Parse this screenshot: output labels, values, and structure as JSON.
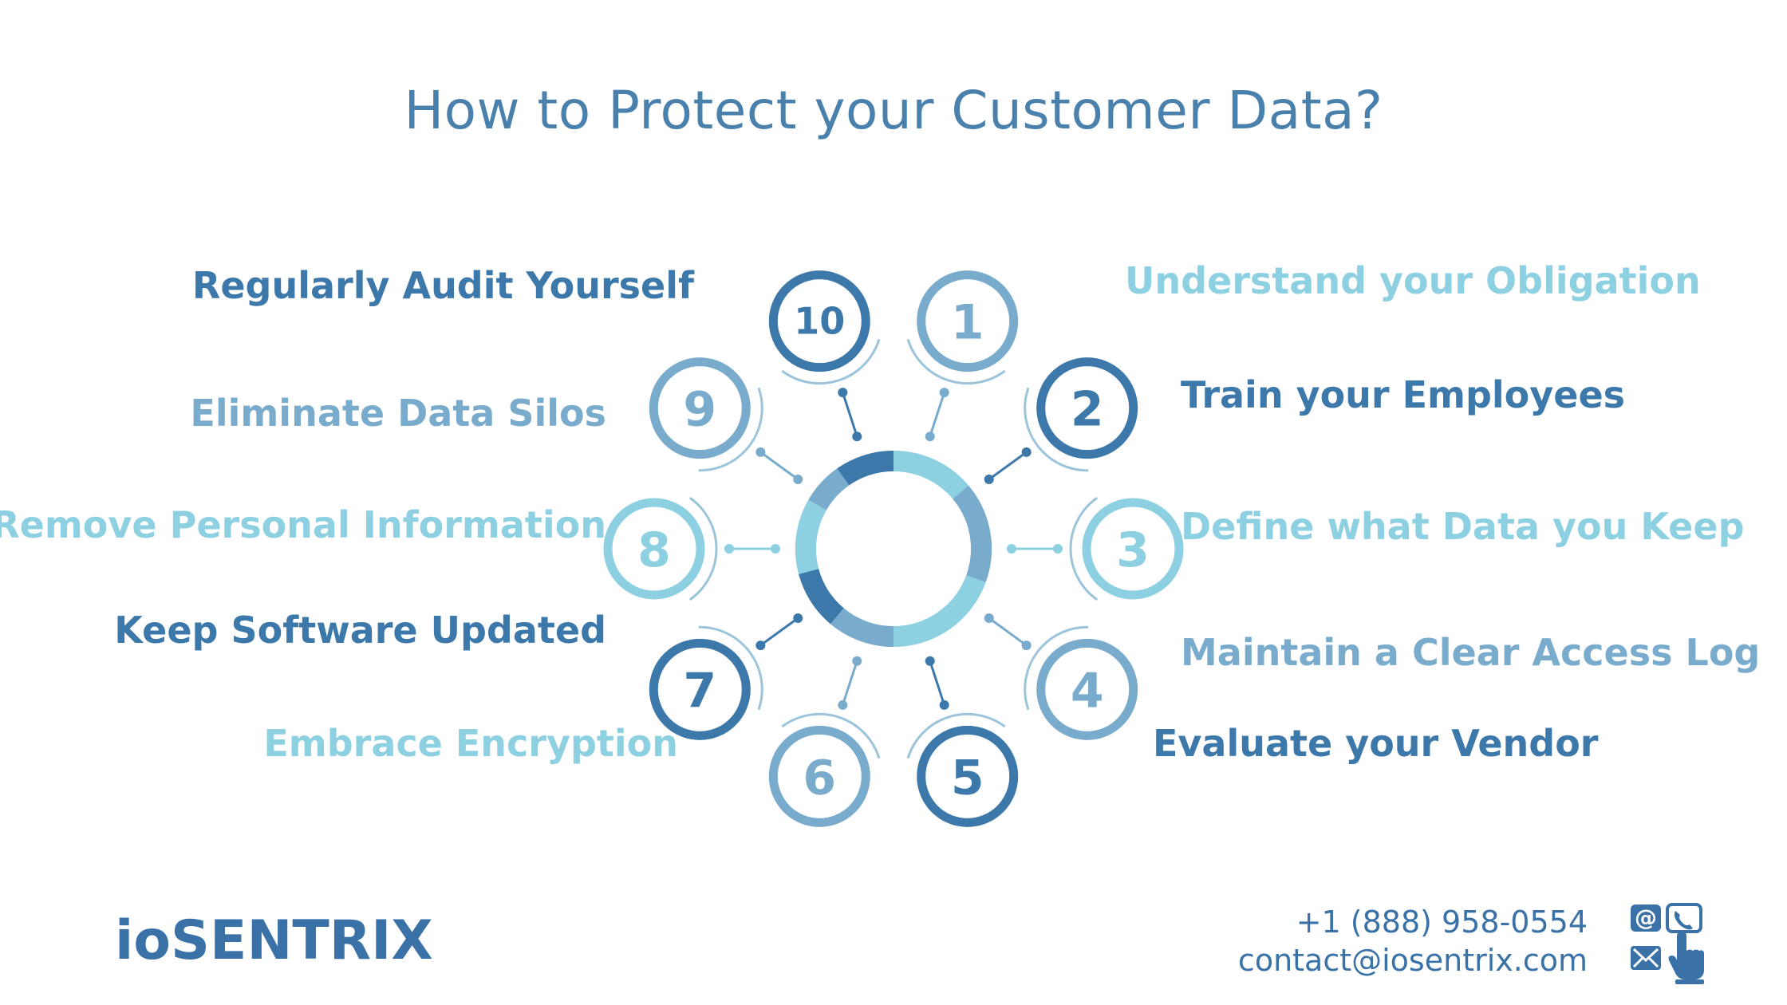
{
  "title": "How to Protect your Customer Data?",
  "colors": {
    "dark": "#3c78aa",
    "mid": "#79abcd",
    "light": "#8dd0e1",
    "title": "#4a80ac",
    "brand": "#3a72a8",
    "connector": "#9cc4da"
  },
  "steps": [
    {
      "number": "1",
      "label": "Understand your Obligation",
      "tone": "mid",
      "labelTone": "light"
    },
    {
      "number": "2",
      "label": "Train your Employees",
      "tone": "dark",
      "labelTone": "dark"
    },
    {
      "number": "3",
      "label": "Define what Data you Keep",
      "tone": "light",
      "labelTone": "light"
    },
    {
      "number": "4",
      "label": "Maintain a Clear Access Log",
      "tone": "mid",
      "labelTone": "mid"
    },
    {
      "number": "5",
      "label": "Evaluate your Vendor",
      "tone": "dark",
      "labelTone": "dark"
    },
    {
      "number": "6",
      "label": "Embrace Encryption",
      "tone": "mid",
      "labelTone": "light"
    },
    {
      "number": "7",
      "label": "Keep Software Updated",
      "tone": "dark",
      "labelTone": "dark"
    },
    {
      "number": "8",
      "label": "Remove Personal Information",
      "tone": "light",
      "labelTone": "light"
    },
    {
      "number": "9",
      "label": "Eliminate Data Silos",
      "tone": "mid",
      "labelTone": "mid"
    },
    {
      "number": "10",
      "label": "Regularly Audit Yourself",
      "tone": "dark",
      "labelTone": "dark"
    }
  ],
  "footer": {
    "brand": "ioSENTRIX",
    "phone": "+1 (888) 958-0554",
    "email": "contact@iosentrix.com"
  },
  "icons": [
    "at-icon",
    "phone-icon",
    "mail-icon",
    "hand-pointer-icon"
  ]
}
